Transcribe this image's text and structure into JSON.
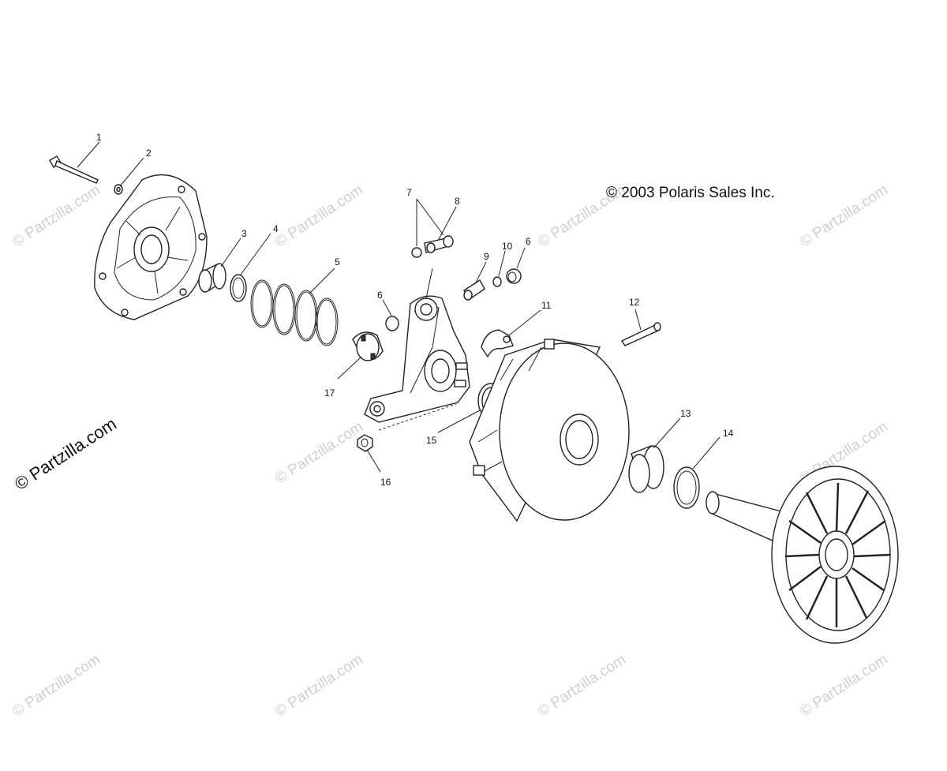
{
  "copyright": "© 2003 Polaris Sales Inc.",
  "watermark_text": "© Partzilla.com",
  "callouts": [
    "1",
    "2",
    "3",
    "4",
    "5",
    "6",
    "6",
    "7",
    "8",
    "9",
    "10",
    "11",
    "12",
    "13",
    "14",
    "15",
    "16",
    "17"
  ]
}
